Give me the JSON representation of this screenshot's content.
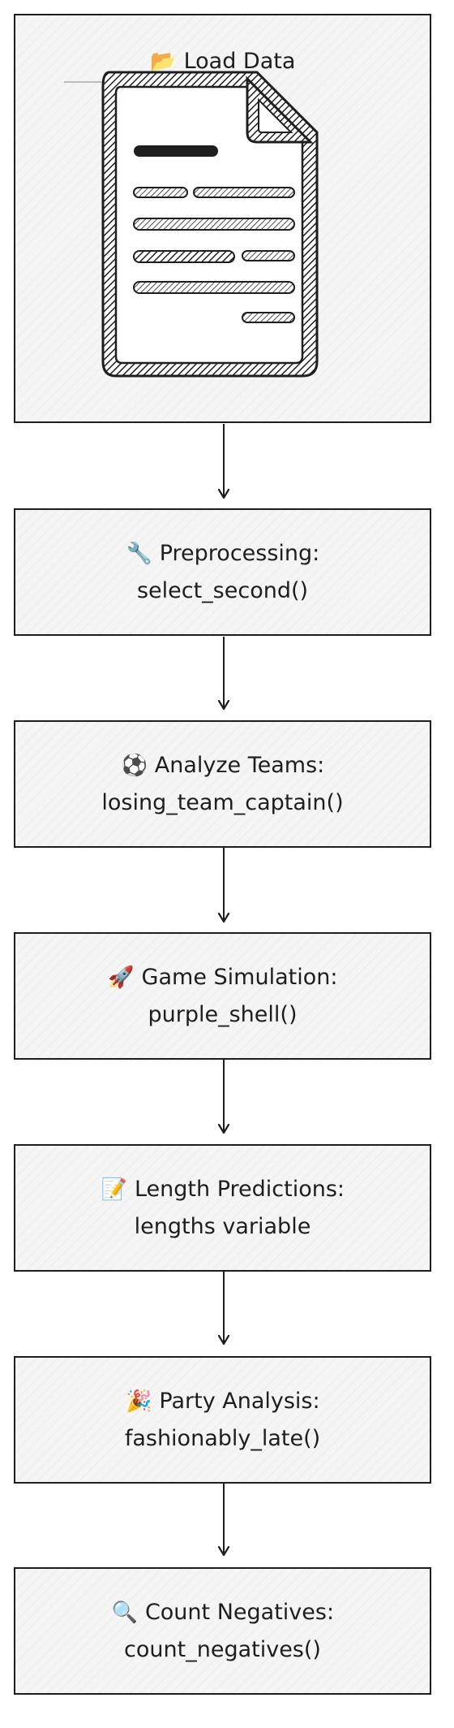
{
  "diagram": {
    "load": {
      "icon": "📂",
      "title": "Load Data",
      "image_icon": "document-icon"
    },
    "steps": [
      {
        "icon": "🔧",
        "line1": "Preprocessing:",
        "line2": "select_second()"
      },
      {
        "icon": "⚽",
        "line1": "Analyze Teams:",
        "line2": "losing_team_captain()"
      },
      {
        "icon": "🚀",
        "line1": "Game Simulation:",
        "line2": "purple_shell()"
      },
      {
        "icon": "📝",
        "line1": "Length Predictions:",
        "line2": "lengths variable"
      },
      {
        "icon": "🎉",
        "line1": "Party Analysis:",
        "line2": "fashionably_late()"
      },
      {
        "icon": "🔍",
        "line1": "Count Negatives:",
        "line2": "count_negatives()"
      }
    ],
    "colors": {
      "stroke": "#1e1e1e",
      "fill": "#f5f5f5"
    }
  }
}
